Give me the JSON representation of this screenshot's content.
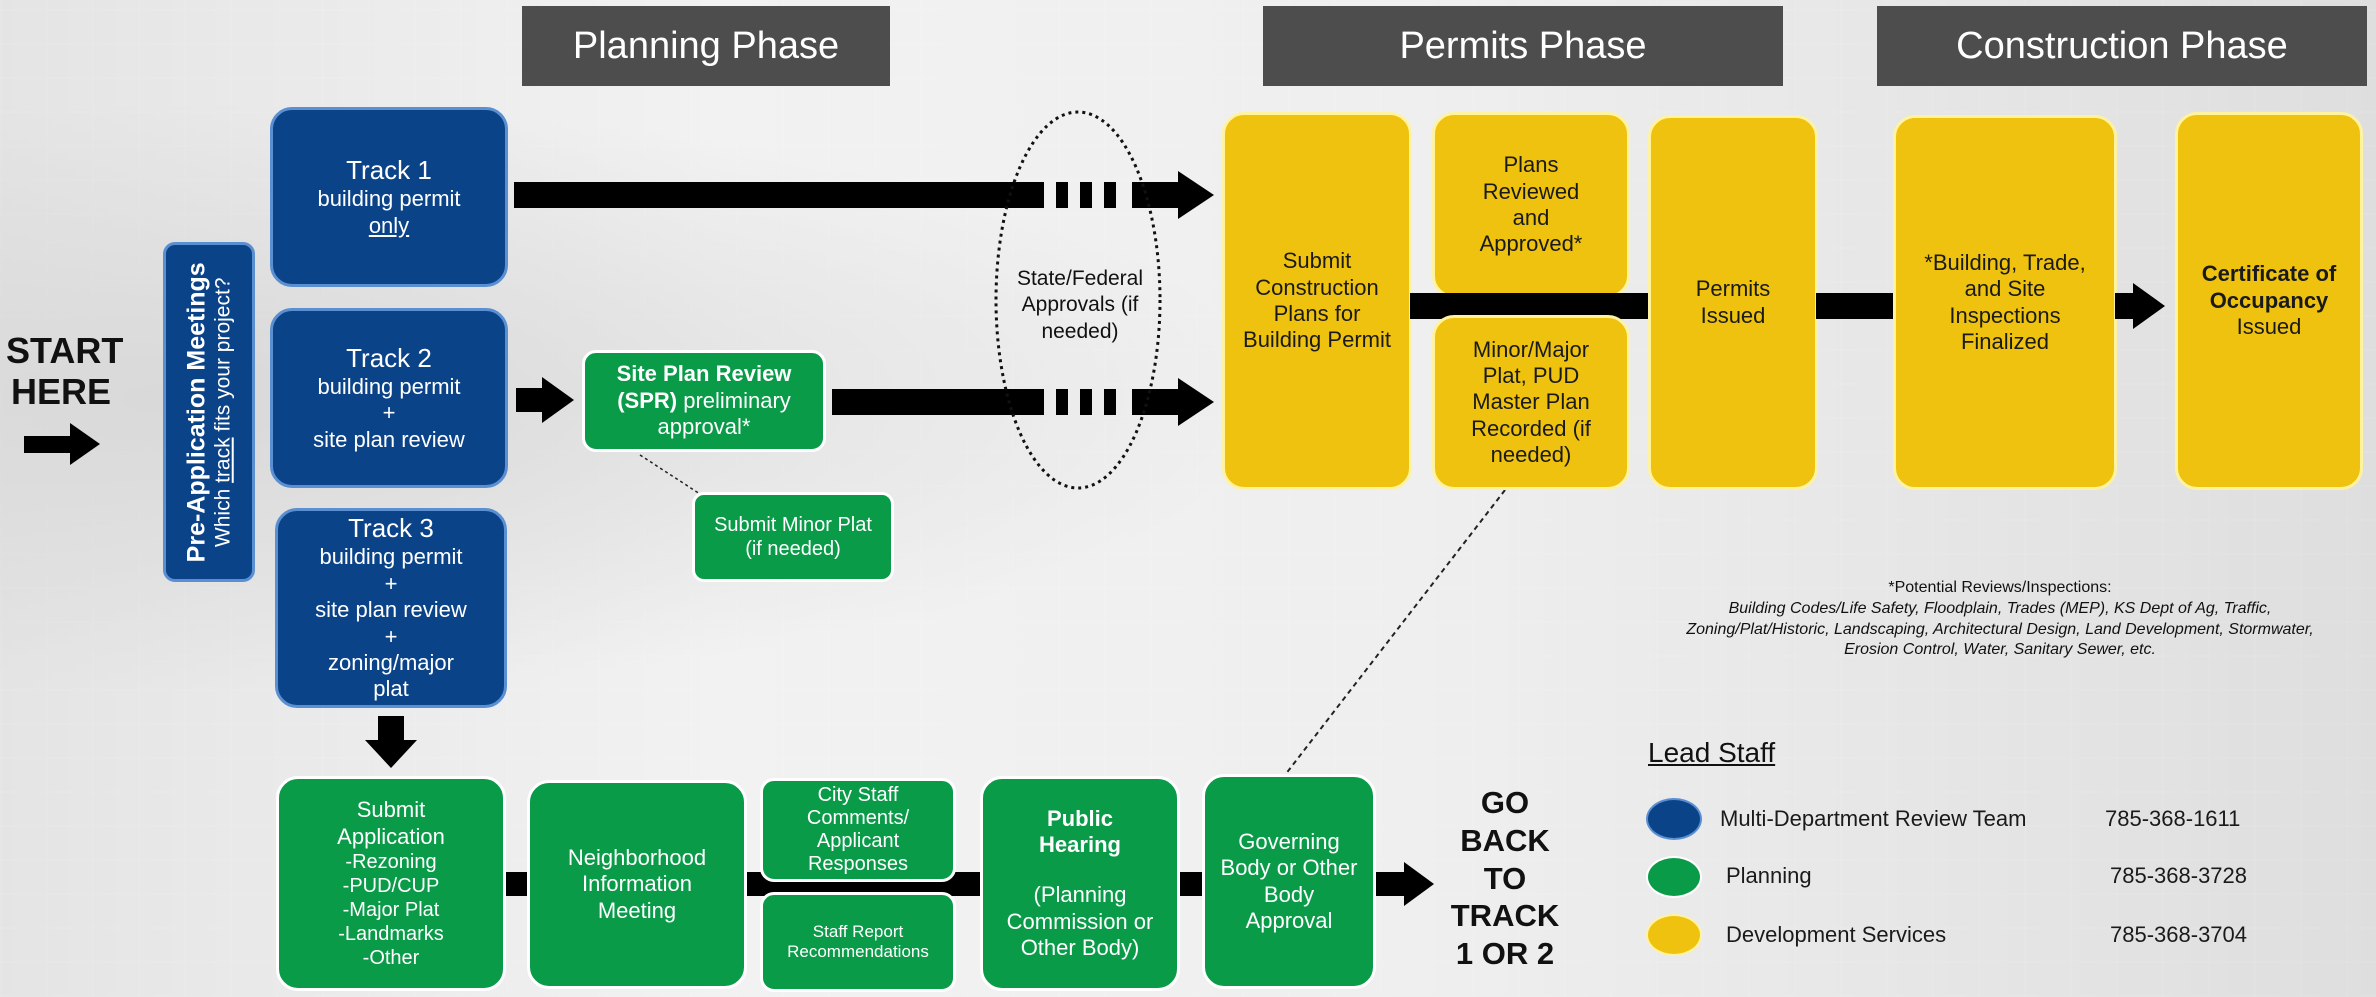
{
  "phases": {
    "planning": "Planning Phase",
    "permits": "Permits Phase",
    "construction": "Construction Phase"
  },
  "start": {
    "line1": "START",
    "line2": "HERE"
  },
  "preapp": {
    "title": "Pre-Application Meetings",
    "sub_pre": "Which ",
    "sub_track": "track",
    "sub_post": " fits your project?"
  },
  "track1": {
    "title": "Track 1",
    "l1": "building permit",
    "l2": "only"
  },
  "track2": {
    "title": "Track 2",
    "l1": "building permit",
    "l2": "+",
    "l3": "site plan review"
  },
  "track3": {
    "title": "Track 3",
    "l1": "building permit",
    "l2": "+",
    "l3": "site plan review",
    "l4": "+",
    "l5": "zoning/major",
    "l6": "plat"
  },
  "spr": {
    "bold": "Site Plan Review (SPR)",
    "rest": " preliminary approval*"
  },
  "minor_plat": {
    "text": "Submit Minor Plat (if needed)"
  },
  "state_federal": {
    "text": "State/Federal Approvals (if needed)"
  },
  "submit_construction": {
    "text": "Submit Construction Plans for Building Permit"
  },
  "plans_reviewed": {
    "text": "Plans Reviewed and Approved*"
  },
  "minor_major": {
    "text": "Minor/Major Plat, PUD Master Plan Recorded (if needed)"
  },
  "permits_issued": {
    "text": "Permits Issued"
  },
  "inspections": {
    "text": "*Building, Trade, and Site Inspections Finalized"
  },
  "certificate": {
    "bold": "Certificate of Occupancy",
    "rest": "Issued"
  },
  "submit_app": {
    "title": "Submit Application",
    "items": [
      "-Rezoning",
      "-PUD/CUP",
      "-Major Plat",
      "-Landmarks",
      "-Other"
    ]
  },
  "neighborhood": {
    "text": "Neighborhood Information Meeting"
  },
  "city_staff": {
    "text": "City Staff Comments/ Applicant Responses"
  },
  "staff_report": {
    "text": "Staff Report Recommendations"
  },
  "public_hearing": {
    "bold": "Public Hearing",
    "rest": "(Planning Commission or Other Body)"
  },
  "governing": {
    "text": "Governing Body or Other Body Approval"
  },
  "go_back": {
    "l1": "GO",
    "l2": "BACK",
    "l3": "TO",
    "l4": "TRACK",
    "l5": "1 OR 2"
  },
  "notes": {
    "title": "*Potential Reviews/Inspections:",
    "l1": "Building Codes/Life Safety, Floodplain, Trades (MEP), KS Dept of Ag, Traffic,",
    "l2": "Zoning/Plat/Historic, Landscaping, Architectural Design, Land Development, Stormwater,",
    "l3": "Erosion Control, Water, Sanitary Sewer, etc."
  },
  "legend": {
    "title": "Lead Staff",
    "items": [
      {
        "label": "Multi-Department Review Team",
        "phone": "785-368-1611",
        "color": "#0b4389"
      },
      {
        "label": "Planning",
        "phone": "785-368-3728",
        "color": "#0a9b49"
      },
      {
        "label": "Development Services",
        "phone": "785-368-3704",
        "color": "#eec20e"
      }
    ]
  },
  "colors": {
    "blue": "#0b4389",
    "green": "#0a9b49",
    "yellow": "#eec20e",
    "phase": "#4d4d4d"
  }
}
